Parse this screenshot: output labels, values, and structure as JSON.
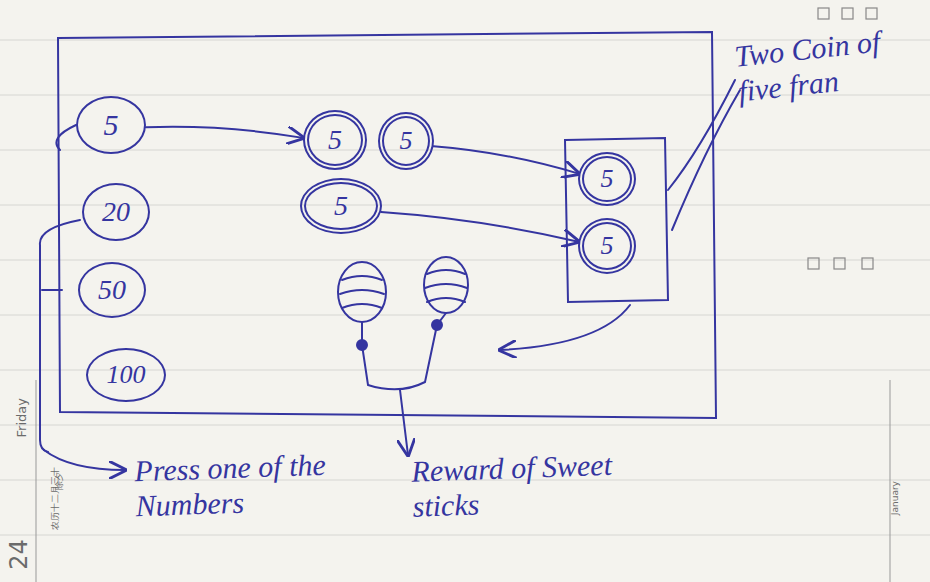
{
  "diagram": {
    "nodes": [
      {
        "text": [
          "5"
        ]
      },
      {
        "text": [
          "20"
        ]
      },
      {
        "text": [
          "50"
        ]
      },
      {
        "text": [
          "100"
        ]
      },
      {
        "text": [
          "5"
        ]
      },
      {
        "text": [
          "5"
        ]
      },
      {
        "text": [
          "5"
        ]
      },
      {
        "text": [
          "5"
        ]
      },
      {
        "text": [
          "5"
        ]
      }
    ],
    "edges": [
      {
        "from": 0,
        "to": 4,
        "arrow": "to"
      },
      {
        "from": 5,
        "to": 7,
        "arrow": "to"
      },
      {
        "from": 6,
        "to": 8,
        "arrow": "to"
      }
    ],
    "labels": [
      "Two Coin of five fran",
      "Press one of the Numbers",
      "Reward of Sweet sticks",
      "Friday",
      "农历十二月三十",
      "除夕",
      "24",
      "January"
    ]
  }
}
